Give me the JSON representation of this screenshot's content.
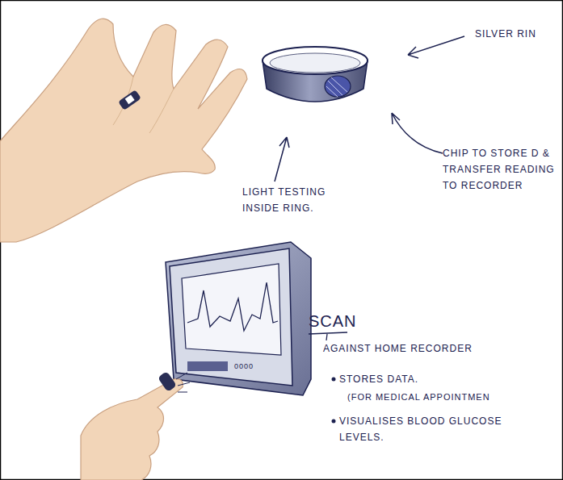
{
  "diagram": {
    "labels": [
      "SILVER RIN",
      "CHIP TO STORE D & TRANSFER READING TO RECORDER",
      "LIGHT TESTING INSIDE RING.",
      "SCAN",
      "AGAINST HOME RECORDER",
      "STORES DATA.",
      "(FOR MEDICAL APPOINTMEN",
      "VISUALISES BLOOD GLUCOSE LEVELS.",
      "0000"
    ]
  }
}
